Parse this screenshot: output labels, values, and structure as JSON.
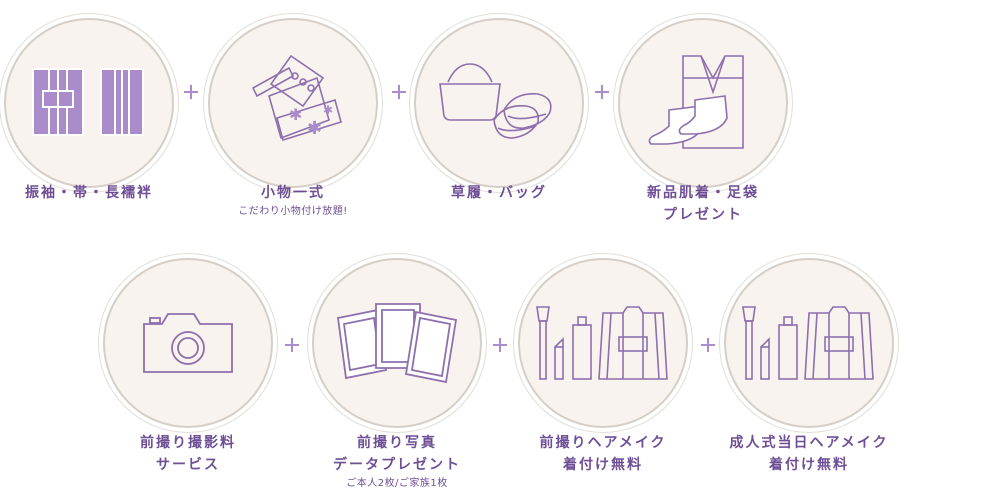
{
  "colors": {
    "accent": "#a98cc9",
    "label": "#6e4f96",
    "circle_fill": "#f8f3ee",
    "circle_border": "#d6cfc8",
    "icon_fill": "#a98cc9",
    "icon_stroke": "#8d70ad"
  },
  "items": [
    {
      "icon": "kimono-obi-set-icon",
      "line1": "振袖・帯・長襦袢",
      "line2": "",
      "sub": ""
    },
    {
      "icon": "accessories-icon",
      "line1": "小物一式",
      "line2": "",
      "sub": "こだわり小物付け放題!"
    },
    {
      "icon": "bag-sandals-icon",
      "line1": "草履・バッグ",
      "line2": "",
      "sub": ""
    },
    {
      "icon": "underwear-tabi-icon",
      "line1": "新品肌着・足袋",
      "line2": "プレゼント",
      "sub": ""
    },
    {
      "icon": "camera-icon",
      "line1": "前撮り撮影料",
      "line2": "サービス",
      "sub": ""
    },
    {
      "icon": "photos-icon",
      "line1": "前撮り写真",
      "line2": "データプレゼント",
      "sub": "ご本人2枚/ご家族1枚"
    },
    {
      "icon": "hair-makeup-dressing-icon",
      "line1": "前撮りヘアメイク",
      "line2": "着付け無料",
      "sub": ""
    },
    {
      "icon": "hair-makeup-dressing-icon",
      "line1": "成人式当日ヘアメイク",
      "line2": "着付け無料",
      "sub": ""
    }
  ]
}
